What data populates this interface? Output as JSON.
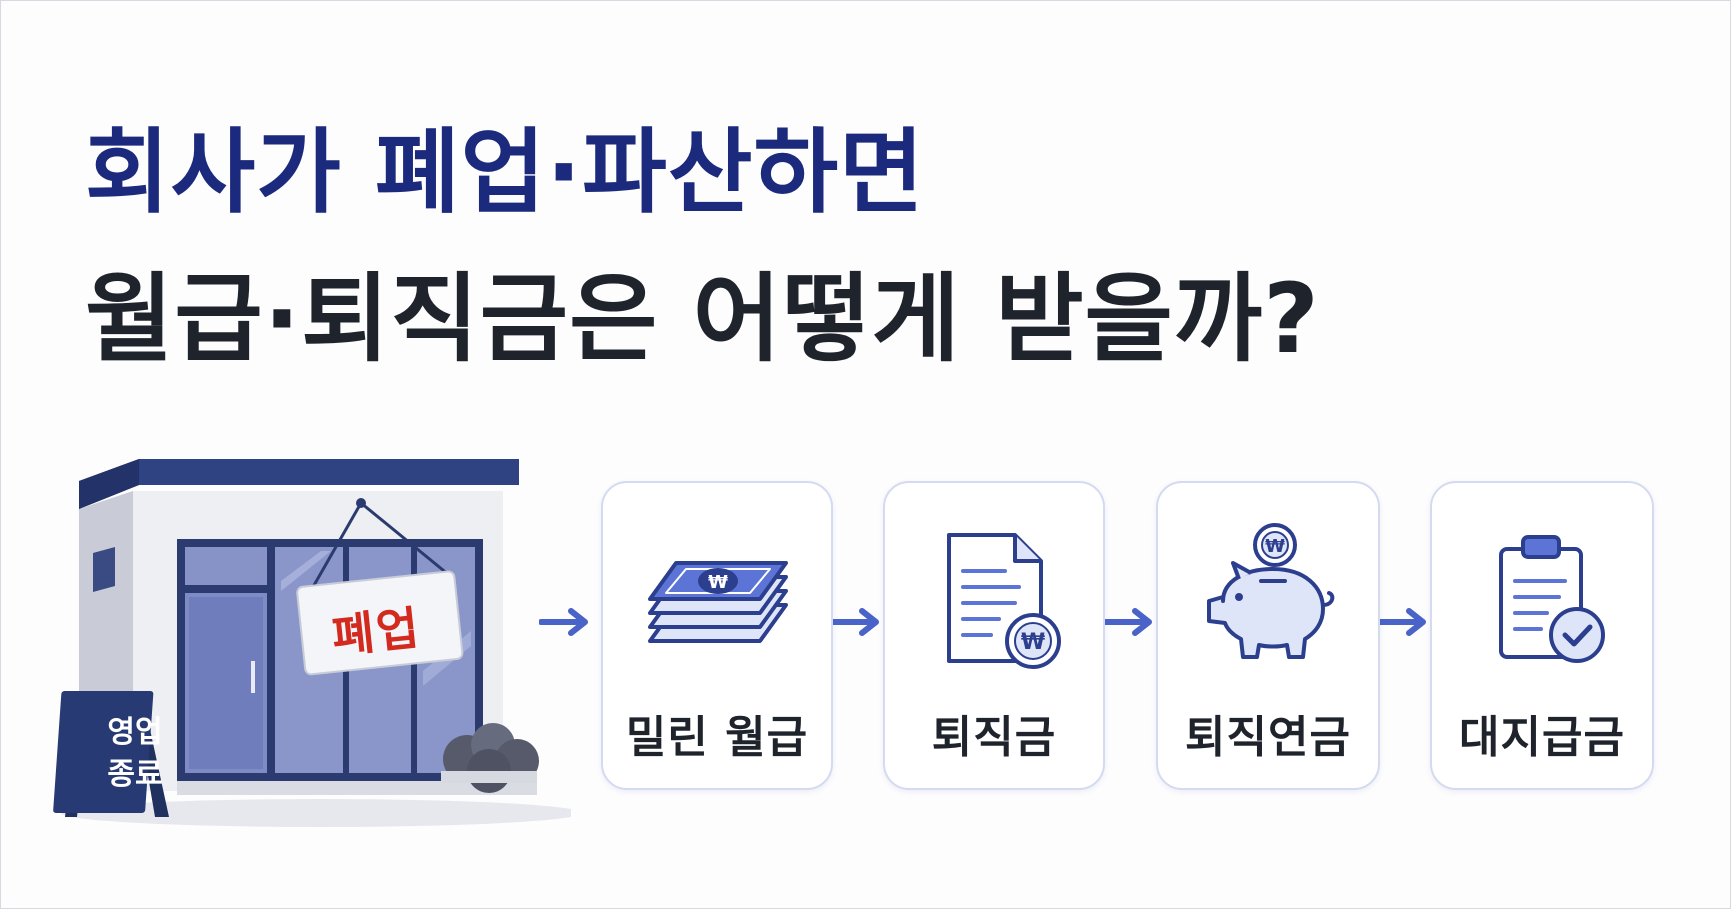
{
  "title": {
    "line1": "회사가 폐업·파산하면",
    "line2": "월급·퇴직금은 어떻게 받을까?"
  },
  "store": {
    "hanging_sign": "폐업",
    "board_line1": "영업",
    "board_line2": "종료"
  },
  "flow": {
    "steps": [
      {
        "label": "밀린 월급",
        "icon": "cash-stack-icon",
        "currency": "₩"
      },
      {
        "label": "퇴직금",
        "icon": "document-won-icon",
        "currency": "₩"
      },
      {
        "label": "퇴직연금",
        "icon": "piggy-bank-icon",
        "currency": "₩"
      },
      {
        "label": "대지급금",
        "icon": "clipboard-check-icon"
      }
    ]
  },
  "colors": {
    "title_primary": "#1b2a7c",
    "title_secondary": "#1f232b",
    "accent_blue": "#4a63c8",
    "navy": "#283a74",
    "sign_red": "#d32a1f",
    "icon_fill": "#dfe5f8"
  }
}
